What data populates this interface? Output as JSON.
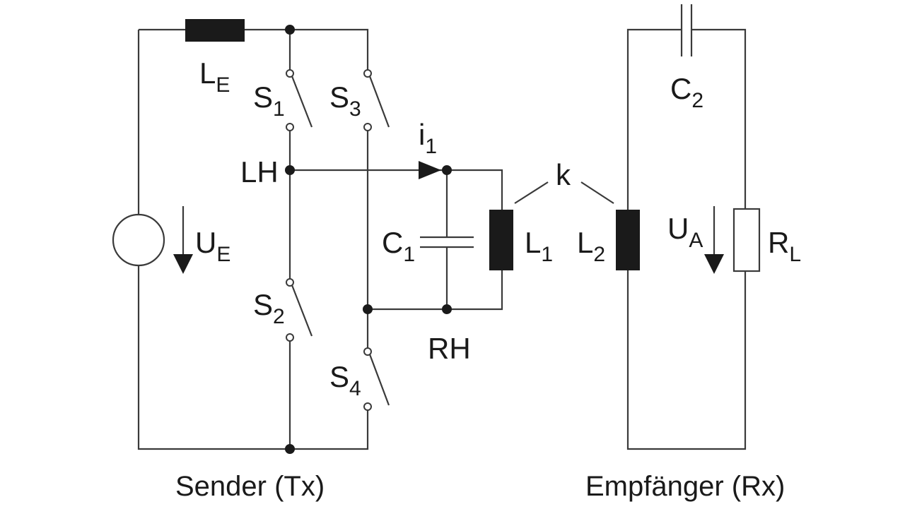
{
  "diagram": {
    "labels": {
      "LE": {
        "main": "L",
        "sub": "E"
      },
      "S1": {
        "main": "S",
        "sub": "1"
      },
      "S2": {
        "main": "S",
        "sub": "2"
      },
      "S3": {
        "main": "S",
        "sub": "3"
      },
      "S4": {
        "main": "S",
        "sub": "4"
      },
      "UE": {
        "main": "U",
        "sub": "E"
      },
      "LH": "LH",
      "RH": "RH",
      "i1": {
        "main": "i",
        "sub": "1"
      },
      "C1": {
        "main": "C",
        "sub": "1"
      },
      "L1": {
        "main": "L",
        "sub": "1"
      },
      "k": "k",
      "L2": {
        "main": "L",
        "sub": "2"
      },
      "C2": {
        "main": "C",
        "sub": "2"
      },
      "UA": {
        "main": "U",
        "sub": "A"
      },
      "RL": {
        "main": "R",
        "sub": "L"
      }
    },
    "captions": {
      "sender": "Sender (Tx)",
      "receiver": "Empfänger (Rx)"
    }
  },
  "colors": {
    "wire": "#3a3a3a",
    "component": "#1a1a1a",
    "background": "#ffffff"
  }
}
